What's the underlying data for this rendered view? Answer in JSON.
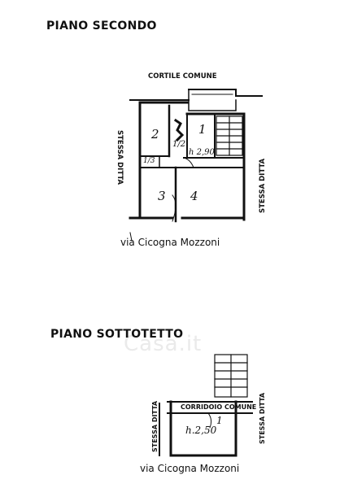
{
  "floors": {
    "second": {
      "title": "PIANO SECONDO",
      "courtyard": "CORTILE COMUNE",
      "left_side": "STESSA DITTA",
      "right_side": "STESSA DITTA",
      "street": "via Cicogna Mozzoni",
      "rooms": {
        "r1": "1",
        "r2": "2",
        "r3": "3",
        "r4": "4",
        "bath": "1/3",
        "kitchen": "1/2",
        "height": "h 2,90"
      }
    },
    "attic": {
      "title": "PIANO SOTTOTETTO",
      "corridor": "CORRIDOIO COMUNE",
      "left_side": "STESSA DITTA",
      "right_side": "STESSA DITTA",
      "street": "via Cicogna Mozzoni",
      "rooms": {
        "height": "h.2,50",
        "r1": "1"
      }
    }
  },
  "watermark": "Casa.it",
  "colors": {
    "ink": "#111111",
    "paper": "#ffffff",
    "watermark": "#eaeaea"
  }
}
